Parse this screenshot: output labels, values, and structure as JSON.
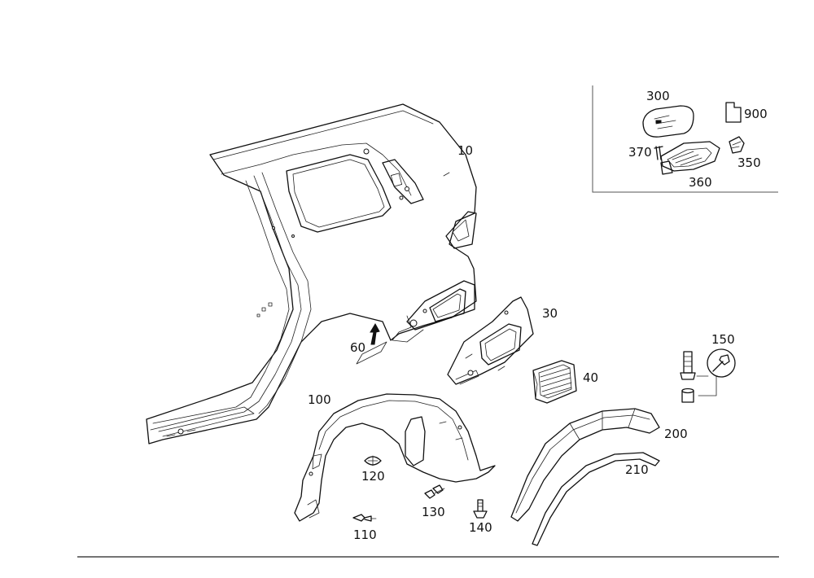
{
  "callouts": {
    "p10": "10",
    "p30": "30",
    "p40": "40",
    "p60": "60",
    "p100": "100",
    "p110": "110",
    "p120": "120",
    "p130": "130",
    "p140": "140",
    "p150": "150",
    "p200": "200",
    "p210": "210",
    "p300": "300",
    "p350": "350",
    "p360": "360",
    "p370": "370",
    "p900": "900"
  },
  "icons": {
    "service_symbol": "wrench-icon",
    "note_symbol": "flag-icon"
  }
}
